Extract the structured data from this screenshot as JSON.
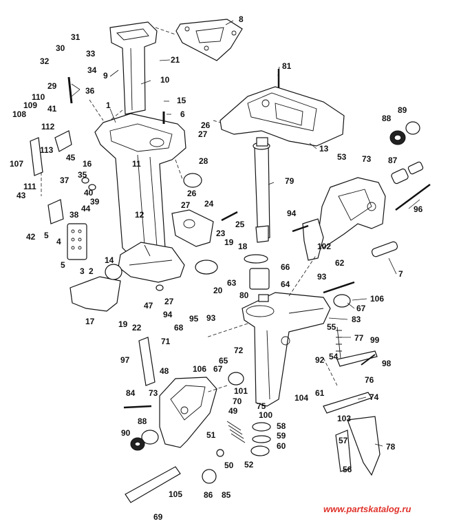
{
  "diagram": {
    "part_numbers": [
      "1",
      "2",
      "3",
      "4",
      "5",
      "5",
      "6",
      "7",
      "8",
      "9",
      "10",
      "11",
      "12",
      "13",
      "14",
      "15",
      "16",
      "17",
      "18",
      "19",
      "19",
      "20",
      "21",
      "22",
      "23",
      "24",
      "25",
      "26",
      "26",
      "27",
      "27",
      "27",
      "28",
      "29",
      "30",
      "31",
      "32",
      "33",
      "34",
      "35",
      "36",
      "37",
      "38",
      "39",
      "40",
      "41",
      "42",
      "43",
      "44",
      "45",
      "47",
      "48",
      "49",
      "50",
      "51",
      "52",
      "53",
      "54",
      "55",
      "56",
      "57",
      "58",
      "59",
      "60",
      "61",
      "62",
      "63",
      "64",
      "65",
      "66",
      "67",
      "67",
      "68",
      "69",
      "70",
      "71",
      "72",
      "73",
      "73",
      "74",
      "75",
      "76",
      "77",
      "78",
      "79",
      "80",
      "81",
      "83",
      "84",
      "85",
      "86",
      "87",
      "88",
      "88",
      "89",
      "90",
      "92",
      "93",
      "93",
      "94",
      "94",
      "95",
      "96",
      "97",
      "98",
      "99",
      "100",
      "101",
      "102",
      "103",
      "104",
      "105",
      "106",
      "106",
      "107",
      "108",
      "109",
      "110",
      "111",
      "112",
      "113"
    ],
    "watermark": "www.partskatalog.ru"
  },
  "colors": {
    "ink": "#111111",
    "paper": "#ffffff",
    "watermark": "#e0322b"
  }
}
